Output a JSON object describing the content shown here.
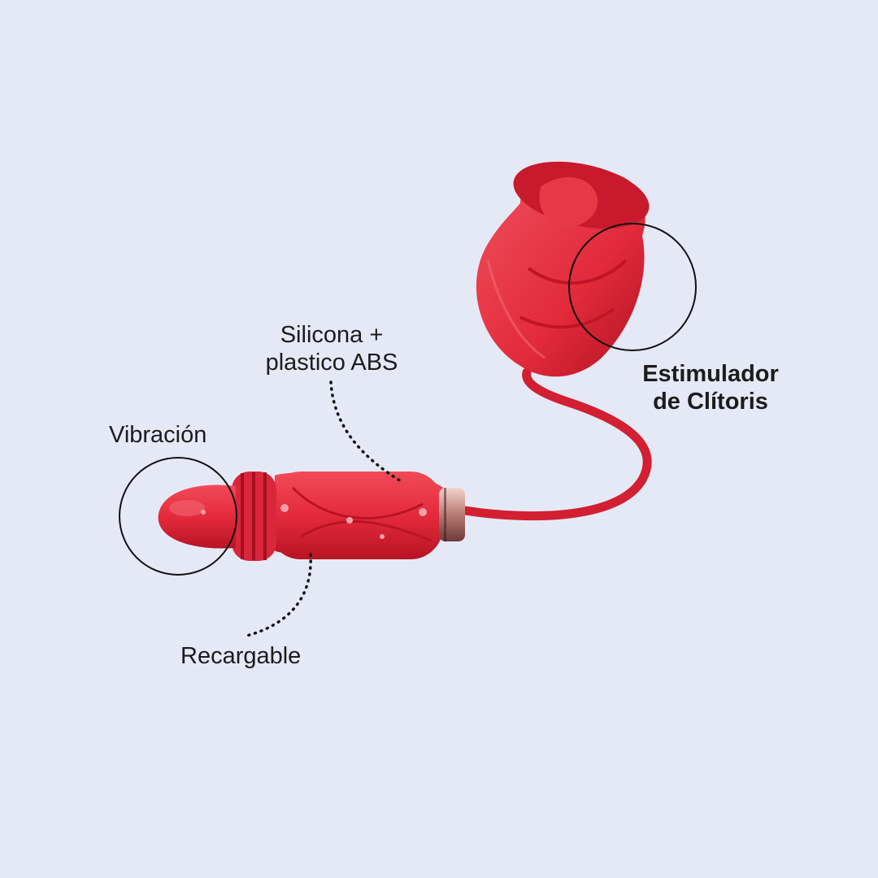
{
  "labels": {
    "vibracion": "Vibración",
    "silicona_line1": "Silicona +",
    "silicona_line2": "plastico ABS",
    "estimulador_line1": "Estimulador",
    "estimulador_line2": "de Clítoris",
    "recargable": "Recargable"
  },
  "colors": {
    "background": "#e5e9f6",
    "product_red": "#e42a3c",
    "product_red_dark": "#b81424",
    "accent_rose_gold": "#c98c86",
    "callout_stroke": "#111111"
  }
}
